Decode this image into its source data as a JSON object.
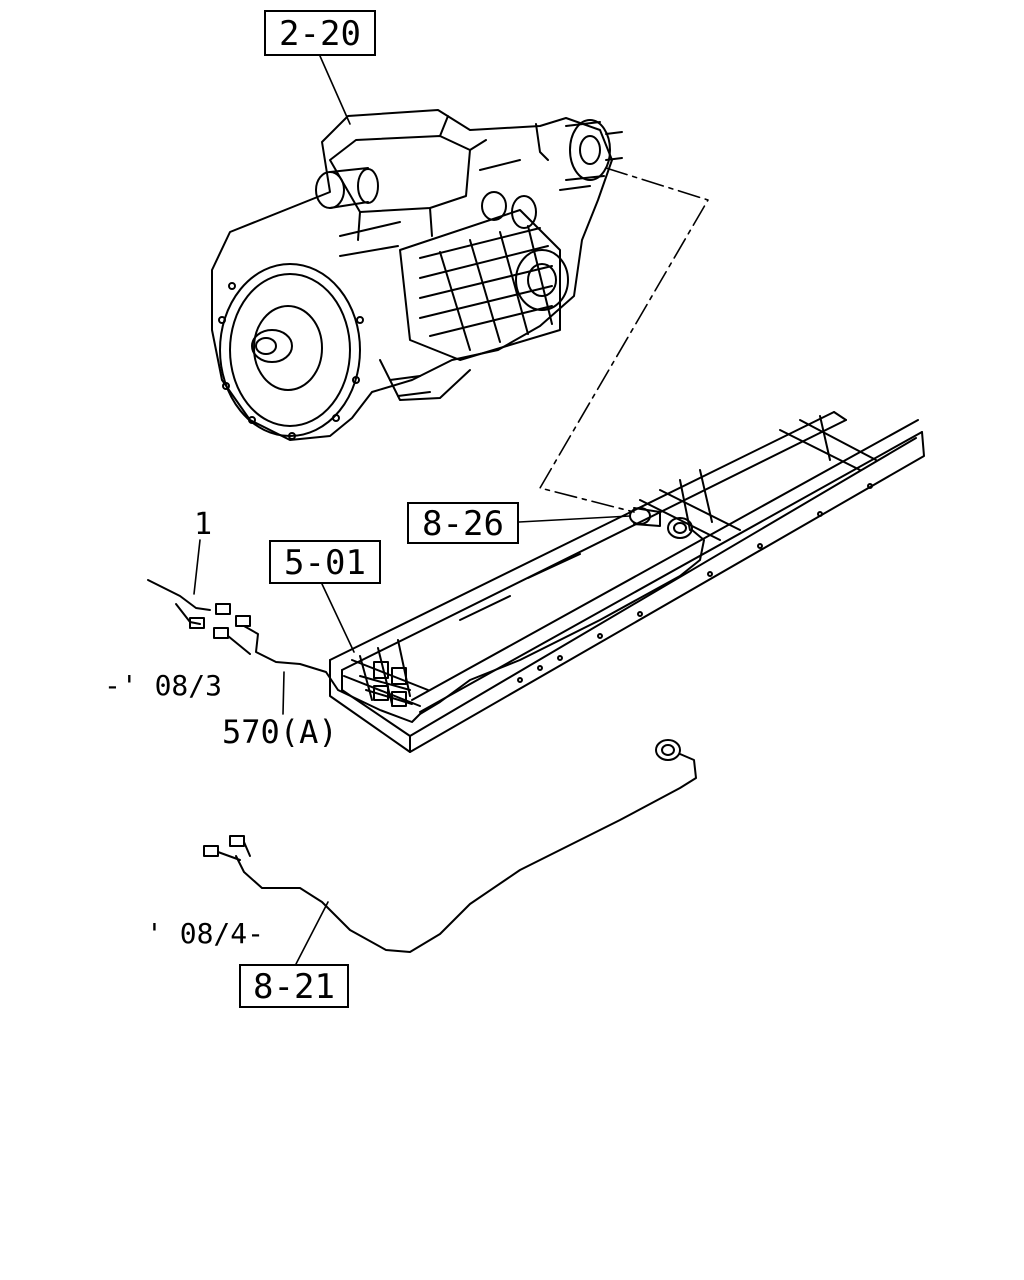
{
  "diagram": {
    "references": {
      "transmission": "2-20",
      "speed_sensor": "8-26",
      "frame": "5-01",
      "harness_late": "8-21"
    },
    "labels": {
      "item_number": "1",
      "period_early": "-' 08/3",
      "harness_part": "570(A)",
      "period_late": "' 08/4-"
    }
  }
}
